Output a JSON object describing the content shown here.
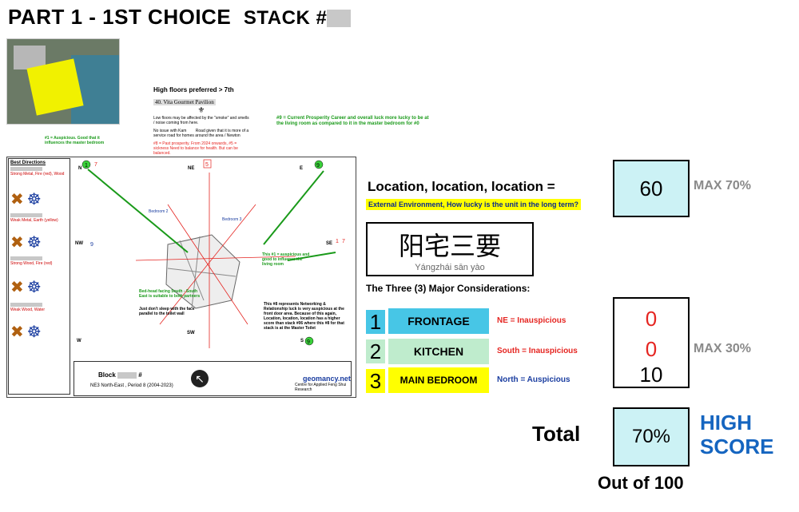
{
  "header": {
    "title": "PART 1 - 1ST CHOICE",
    "stack_label": "STACK #"
  },
  "left": {
    "pavilion_heading": "High floors preferred > 7th",
    "pavilion_name": "40.   Vita Gourmet Pavilion",
    "pavilion_note1": "Low floors may be affected by the \"smoke\" and smells / noise coming from here.",
    "pavilion_note2": "No issue with Kam     Road given that it is more of a service road for homes around the area / Newton",
    "note_red": "#8 = Past prosperity. From 2024 onwards, #5 = sickness Need to balance for health. But can be balanced.",
    "note_green_top": "#9 = Current Prosperity Career and overall luck more lucky to be at the living room as compared to it in the master bedroom for #0",
    "note_aus": "#1 = Auspicious. Good that it influences the master bedroom",
    "best_dir_title": "Best Directions",
    "bed_note": "Bed-head facing South - South East is suitable to both partners",
    "bed_note2": "Just don't sleep with the face parallel to the toilet wall",
    "living_note": "This #1 = auspicious and good to influence the living room",
    "ne_note": "This #8 represents Networking & Relationship luck is very auspicious at the front door area. Because of this again, Location, location, location has a higher score than stack #06 where this #8 for that stack is at the Master Toilet",
    "block_label": "Block",
    "block_hash": "#",
    "block_sub": "NE3 North-East , Period 8 (2004-2023)",
    "logo_text": "geomancy.net",
    "logo_sub": "Centre for Applied Feng Shui Research"
  },
  "location": {
    "title": "Location, location, location =",
    "subtitle": "External Environment, How lucky is the unit in the long term?",
    "score": "60",
    "max": "MAX 70%"
  },
  "yangzhai": {
    "chinese": "阳宅三要",
    "pinyin": "Yángzhái sān yào"
  },
  "considerations": {
    "heading": "The Three (3) Major Considerations:",
    "items": [
      {
        "num": "1",
        "label": "FRONTAGE",
        "note": "NE = Inauspicious",
        "score": "0"
      },
      {
        "num": "2",
        "label": "KITCHEN",
        "note": "South = Inauspicious",
        "score": "0"
      },
      {
        "num": "3",
        "label": "MAIN BEDROOM",
        "note": "North = Auspicious",
        "score": "10"
      }
    ],
    "max": "MAX 30%"
  },
  "total": {
    "label": "Total",
    "value": "70%",
    "verdict_line1": "HIGH",
    "verdict_line2": "SCORE",
    "out_of": "Out of 100"
  },
  "colors": {
    "cyan_box": "#ccf2f5",
    "frontage_bg": "#47c6e6",
    "kitchen_bg": "#bfeccd",
    "bedroom_bg": "#ffff00",
    "red": "#e52521",
    "blue_text": "#1565c0",
    "grey_text": "#8a8a8a"
  }
}
